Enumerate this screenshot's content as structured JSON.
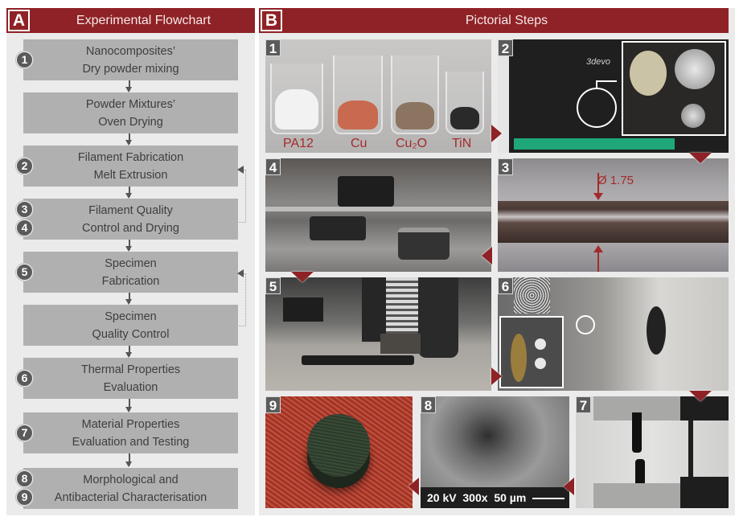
{
  "panel_a": {
    "letter": "A",
    "title": "Experimental Flowchart",
    "steps": [
      {
        "badges": [
          "1"
        ],
        "line1": "Nanocomposites’",
        "line2": "Dry powder mixing"
      },
      {
        "badges": [],
        "line1": "Powder Mixtures’",
        "line2": "Oven Drying"
      },
      {
        "badges": [
          "2"
        ],
        "line1": "Filament Fabrication",
        "line2": "Melt Extrusion"
      },
      {
        "badges": [
          "3",
          "4"
        ],
        "line1": "Filament Quality",
        "line2": "Control and Drying"
      },
      {
        "badges": [
          "5"
        ],
        "line1": "Specimen",
        "line2": "Fabrication"
      },
      {
        "badges": [],
        "line1": "Specimen",
        "line2": "Quality Control"
      },
      {
        "badges": [
          "6"
        ],
        "line1": "Thermal Properties",
        "line2": "Evaluation"
      },
      {
        "badges": [
          "7"
        ],
        "line1": "Material Properties",
        "line2": "Evaluation and Testing"
      },
      {
        "badges": [
          "8",
          "9"
        ],
        "line1": "Morphological and",
        "line2": "Antibacterial Characterisation"
      }
    ],
    "feedback_loops": [
      {
        "from_step": 4,
        "to_step": 3
      },
      {
        "from_step": 6,
        "to_step": 5
      }
    ]
  },
  "panel_b": {
    "letter": "B",
    "title": "Pictorial Steps",
    "photos": [
      {
        "num": "1",
        "subject": "beakers-of-powders",
        "labels": [
          "PA12",
          "Cu",
          "Cu₂O",
          "TiN"
        ]
      },
      {
        "num": "2",
        "subject": "filament-extruder",
        "brand_text": "3devo"
      },
      {
        "num": "3",
        "subject": "filament-diameter-microscope",
        "dimension_label": "Ø 1.75"
      },
      {
        "num": "4",
        "subject": "filament-spools-in-oven"
      },
      {
        "num": "5",
        "subject": "3d-printer-nozzle-printing-specimen"
      },
      {
        "num": "6",
        "subject": "thermal-analysis-instrument"
      },
      {
        "num": "7",
        "subject": "tensile-test-grips"
      },
      {
        "num": "8",
        "subject": "sem-fracture-surface",
        "sem_info": {
          "voltage": "20 kV",
          "magnification": "300x",
          "scale": "50 µm"
        }
      },
      {
        "num": "9",
        "subject": "printed-disk-specimen-on-agar"
      }
    ]
  },
  "colors": {
    "header_red": "#8e2226",
    "panel_bg": "#ebebeb",
    "step_box": "#b0b0b0",
    "badge": "#5a5a5a",
    "label_red": "#a42b2b"
  }
}
